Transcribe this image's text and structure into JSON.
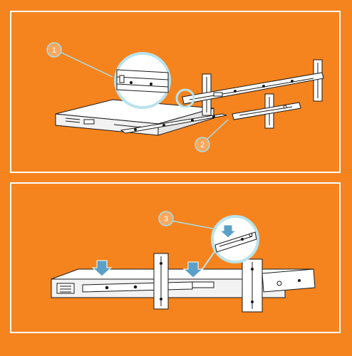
{
  "callouts": [
    {
      "number": "1"
    },
    {
      "number": "2"
    },
    {
      "number": "3"
    }
  ],
  "colors": {
    "background": "#f5841f",
    "panel_border": "#ffffff",
    "callout_fill": "#f9a85e",
    "callout_leader": "#a8dfe9",
    "magnifier_ring": "#b9e3ec",
    "line_art": "#1a1a1a",
    "arrow_fill": "#5aa0c8"
  }
}
